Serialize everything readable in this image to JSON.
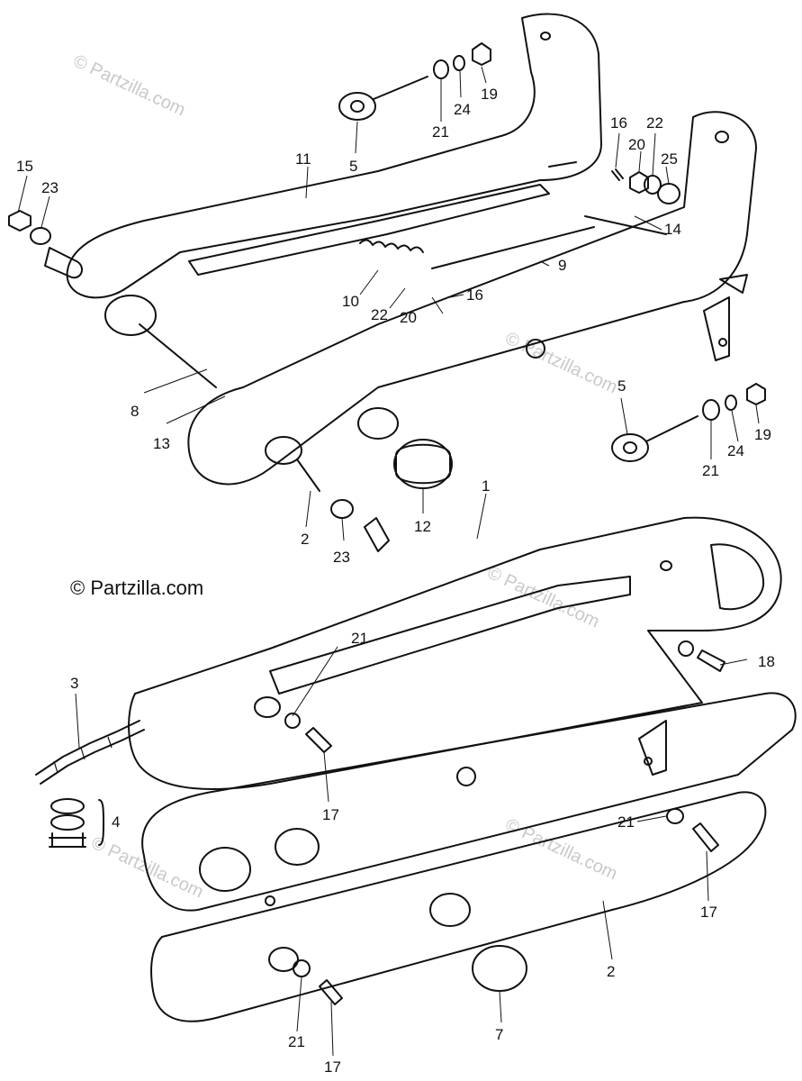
{
  "copyright": "© Partzilla.com",
  "watermark": "© Partzilla.com",
  "callouts": {
    "c1": "1",
    "c2a": "2",
    "c2b": "2",
    "c3": "3",
    "c4": "4",
    "c5a": "5",
    "c5b": "5",
    "c7": "7",
    "c8": "8",
    "c9": "9",
    "c10": "10",
    "c11": "11",
    "c12": "12",
    "c13": "13",
    "c14": "14",
    "c15": "15",
    "c16a": "16",
    "c16b": "16",
    "c17a": "17",
    "c17b": "17",
    "c17c": "17",
    "c18": "18",
    "c19a": "19",
    "c19b": "19",
    "c20a": "20",
    "c20b": "20",
    "c21a": "21",
    "c21b": "21",
    "c21c": "21",
    "c21d": "21",
    "c21e": "21",
    "c22a": "22",
    "c22b": "22",
    "c23a": "23",
    "c23b": "23",
    "c24a": "24",
    "c24b": "24",
    "c25": "25"
  },
  "colors": {
    "ink": "#111111",
    "watermark": "#c9c9c9",
    "background": "#ffffff"
  }
}
